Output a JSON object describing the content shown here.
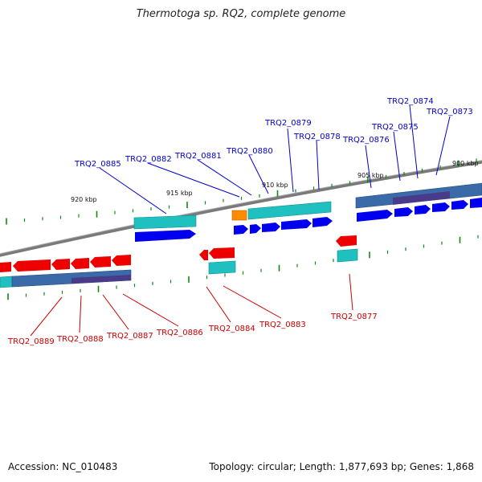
{
  "title": "Thermotoga sp. RQ2, complete genome",
  "footer": {
    "accession": "Accession: NC_010483",
    "summary": "Topology: circular; Length: 1,877,693 bp; Genes: 1,868"
  },
  "colors": {
    "forward_gene": "#0000ee",
    "reverse_gene": "#ee0000",
    "rna_gene": "#ff8c00",
    "feature_bar": "#20c0c0",
    "cds_bar": "#3a6aa8",
    "domain_bar": "#4a3a8a",
    "backbone": "#808080",
    "tick": "#118811",
    "forward_label": "#0000cc",
    "reverse_label": "#cc0000"
  },
  "scale_ticks": [
    "920 kbp",
    "915 kbp",
    "910 kbp",
    "905 kbp",
    "900 kbp"
  ],
  "forward_labels": [
    "TRQ2_0885",
    "TRQ2_0882",
    "TRQ2_0881",
    "TRQ2_0880",
    "TRQ2_0879",
    "TRQ2_0878",
    "TRQ2_0876",
    "TRQ2_0875",
    "TRQ2_0874",
    "TRQ2_0873"
  ],
  "reverse_labels": [
    "TRQ2_0889",
    "TRQ2_0888",
    "TRQ2_0887",
    "TRQ2_0886",
    "TRQ2_0884",
    "TRQ2_0883",
    "TRQ2_0877"
  ]
}
